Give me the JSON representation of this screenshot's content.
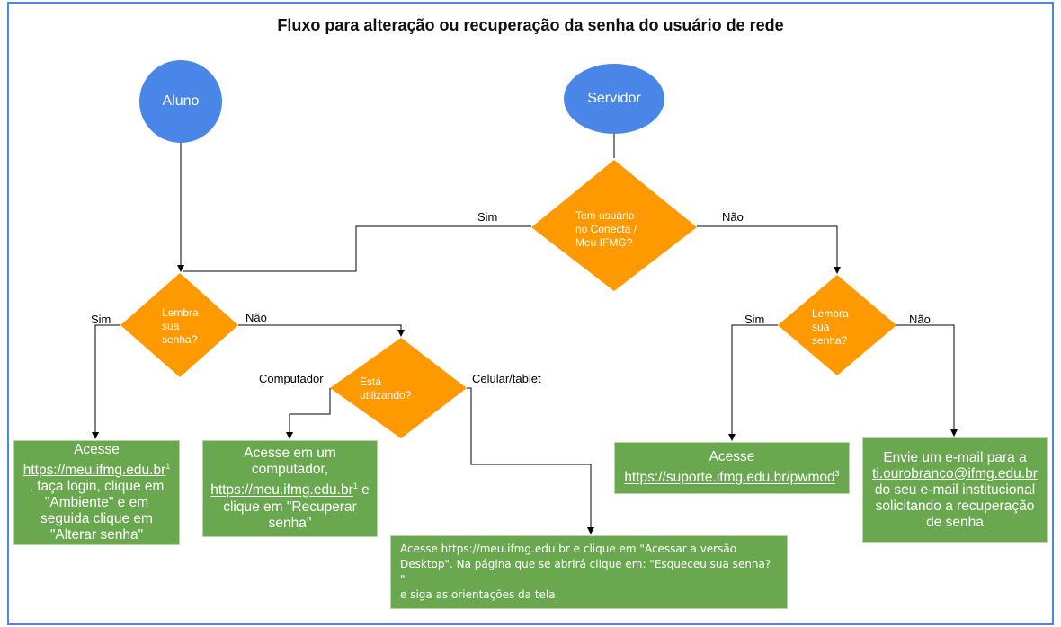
{
  "title": "Fluxo para alteração ou recuperação da senha do usuário de rede",
  "nodes": {
    "aluno": "Aluno",
    "servidor": "Servidor",
    "tem_usuario": [
      "Tem usuário",
      "no Conecta /",
      "Meu IFMG?"
    ],
    "lembra_aluno": [
      "Lembra",
      "sua",
      "senha?"
    ],
    "esta_utilizando": [
      "Está",
      "utilizando?"
    ],
    "lembra_servidor": [
      "Lembra",
      "sua",
      "senha?"
    ]
  },
  "edge_labels": {
    "sim_servidor": "Sim",
    "nao_servidor": "Não",
    "sim_aluno": "Sim",
    "nao_aluno": "Não",
    "computador": "Computador",
    "celular": "Celular/tablet",
    "sim_lembra2": "Sim",
    "nao_lembra2": "Não"
  },
  "boxes": {
    "aluno_sim": {
      "l1": "Acesse",
      "link": "https://meu.ifmg.edu.br",
      "sup": "1",
      "rest": [
        ", faça login, clique em",
        "\"Ambiente\" e em",
        "seguida clique em",
        "\"Alterar senha\""
      ]
    },
    "computador": {
      "l1": "Acesse em um",
      "l2": "computador,",
      "link": "https://meu.ifmg.edu.br",
      "sup": "1",
      "after": " e",
      "rest": [
        "clique em \"Recuperar",
        "senha\""
      ]
    },
    "celular": {
      "lines": [
        "Acesse https://meu.ifmg.edu.br e clique em \"Acessar a versão",
        "Desktop\". Na página que se abrirá clique em: \"Esqueceu sua senha? \"",
        "e siga as orientações da tela."
      ]
    },
    "servidor_sim": {
      "l1": "Acesse",
      "link": "https://suporte.ifmg.edu.br/pwmod",
      "sup": "3"
    },
    "servidor_nao": {
      "l1": "Envie um e-mail para a",
      "link": "ti.ourobranco@ifmg.edu.br",
      "rest": [
        "do seu e-mail institucional",
        "solicitando a recuperação",
        "de senha"
      ]
    }
  },
  "colors": {
    "circle": "#4a86e8",
    "diamond": "#ff9900",
    "box": "#6aa84f",
    "frame": "#4a86e8"
  }
}
